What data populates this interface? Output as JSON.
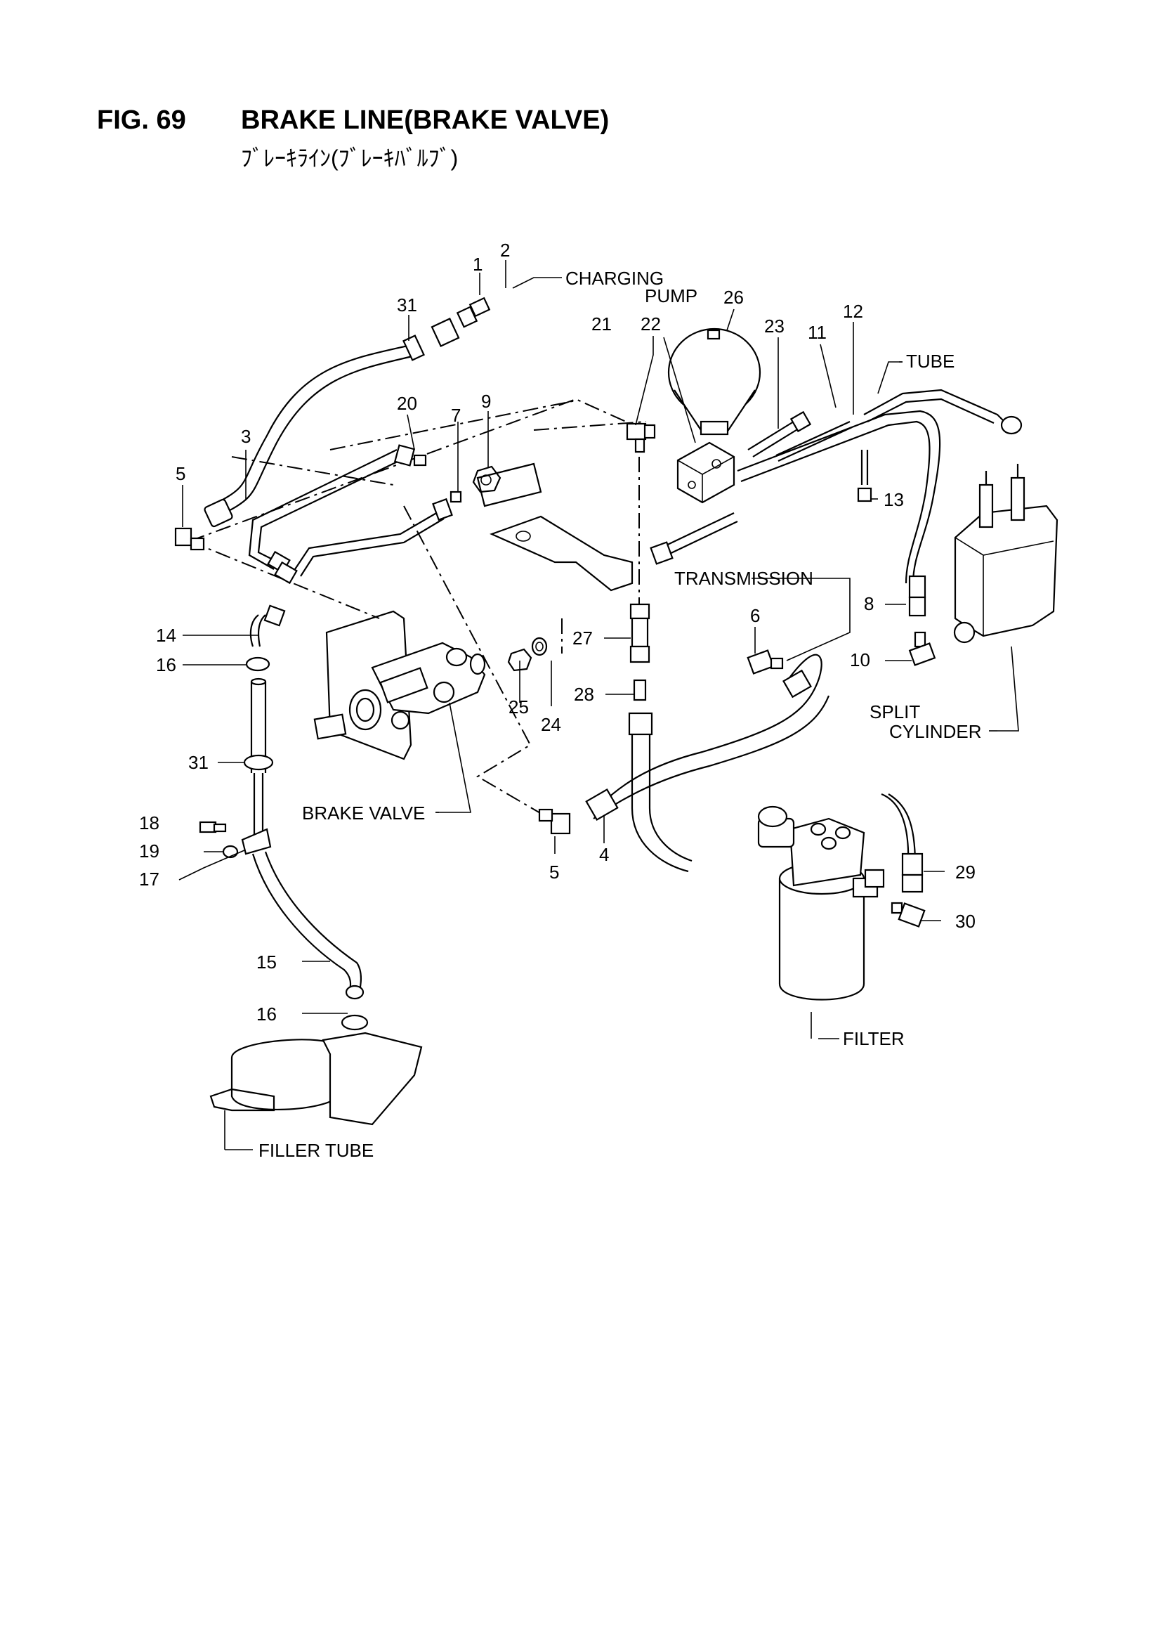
{
  "figure": {
    "number": "FIG. 69",
    "title": "BRAKE LINE(BRAKE VALVE)",
    "subtitle": "ﾌﾞﾚｰｷﾗｲﾝ(ﾌﾞﾚｰｷﾊﾞﾙﾌﾞ)"
  },
  "callouts": [
    "1",
    "2",
    "31",
    "26",
    "22",
    "21",
    "23",
    "11",
    "12",
    "20",
    "7",
    "9",
    "3",
    "5",
    "13",
    "8",
    "10",
    "14",
    "16",
    "27",
    "6",
    "28",
    "25",
    "24",
    "31",
    "18",
    "19",
    "17",
    "4",
    "5",
    "29",
    "30",
    "15",
    "16"
  ],
  "component_labels": {
    "charging_pump_line1": "CHARGING",
    "charging_pump_line2": "PUMP",
    "tube": "TUBE",
    "transmission": "TRANSMISSION",
    "split_cylinder_line1": "SPLIT",
    "split_cylinder_line2": "CYLINDER",
    "brake_valve": "BRAKE VALVE",
    "filter": "FILTER",
    "filler_tube": "FILLER TUBE"
  }
}
